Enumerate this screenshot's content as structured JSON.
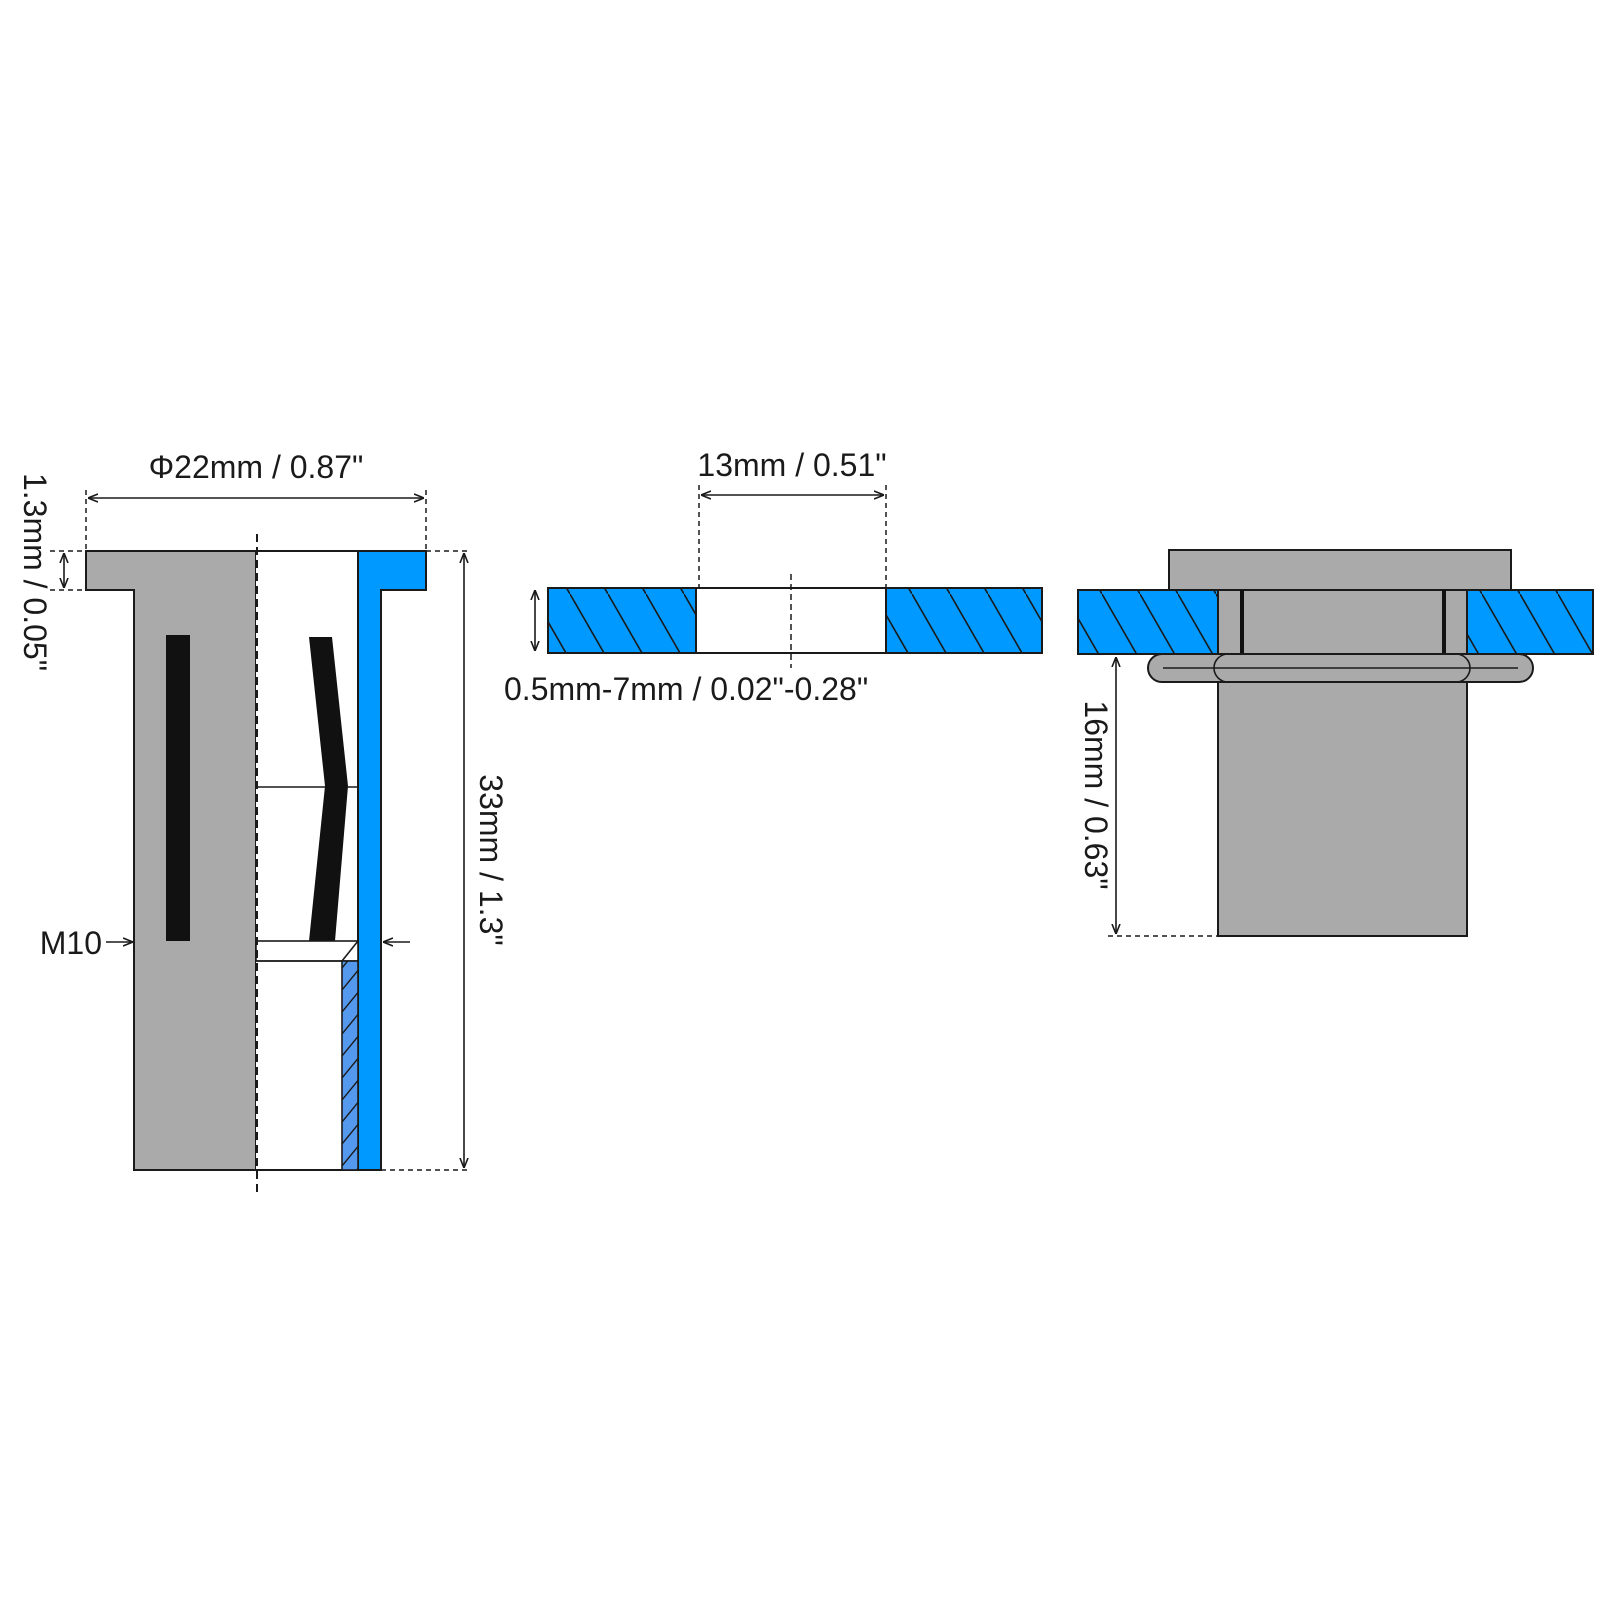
{
  "colors": {
    "metal": "#aaaaaa",
    "blue": "#0099ff",
    "blue_light": "#5599ee",
    "line": "#1a1a1a",
    "background": "#ffffff"
  },
  "rivet_nut": {
    "flange_diameter": "Φ22mm / 0.87\"",
    "flange_thickness": "1.3mm / 0.05\"",
    "total_length": "33mm / 1.3\"",
    "thread": "M10"
  },
  "hole": {
    "diameter": "13mm / 0.51\"",
    "grip_range": "0.5mm-7mm / 0.02\"-0.28\""
  },
  "installed": {
    "protrusion": "16mm / 0.63\""
  }
}
